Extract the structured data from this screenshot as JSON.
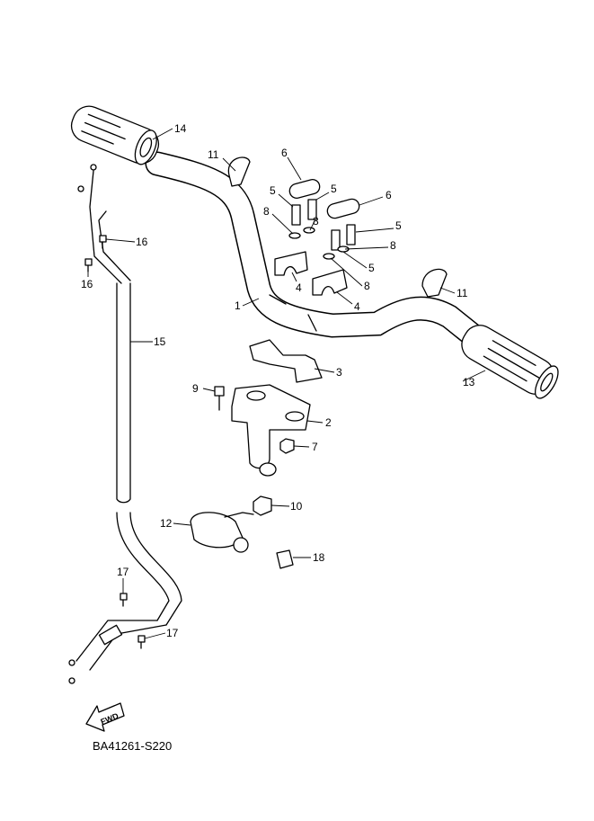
{
  "diagram_code": "BA41261-S220",
  "fwd_label": "FWD",
  "callouts": [
    "14",
    "11",
    "6",
    "5",
    "5",
    "6",
    "8",
    "8",
    "5",
    "16",
    "8",
    "5",
    "8",
    "16",
    "11",
    "4",
    "4",
    "1",
    "15",
    "3",
    "13",
    "9",
    "2",
    "7",
    "10",
    "12",
    "18",
    "17",
    "17"
  ]
}
